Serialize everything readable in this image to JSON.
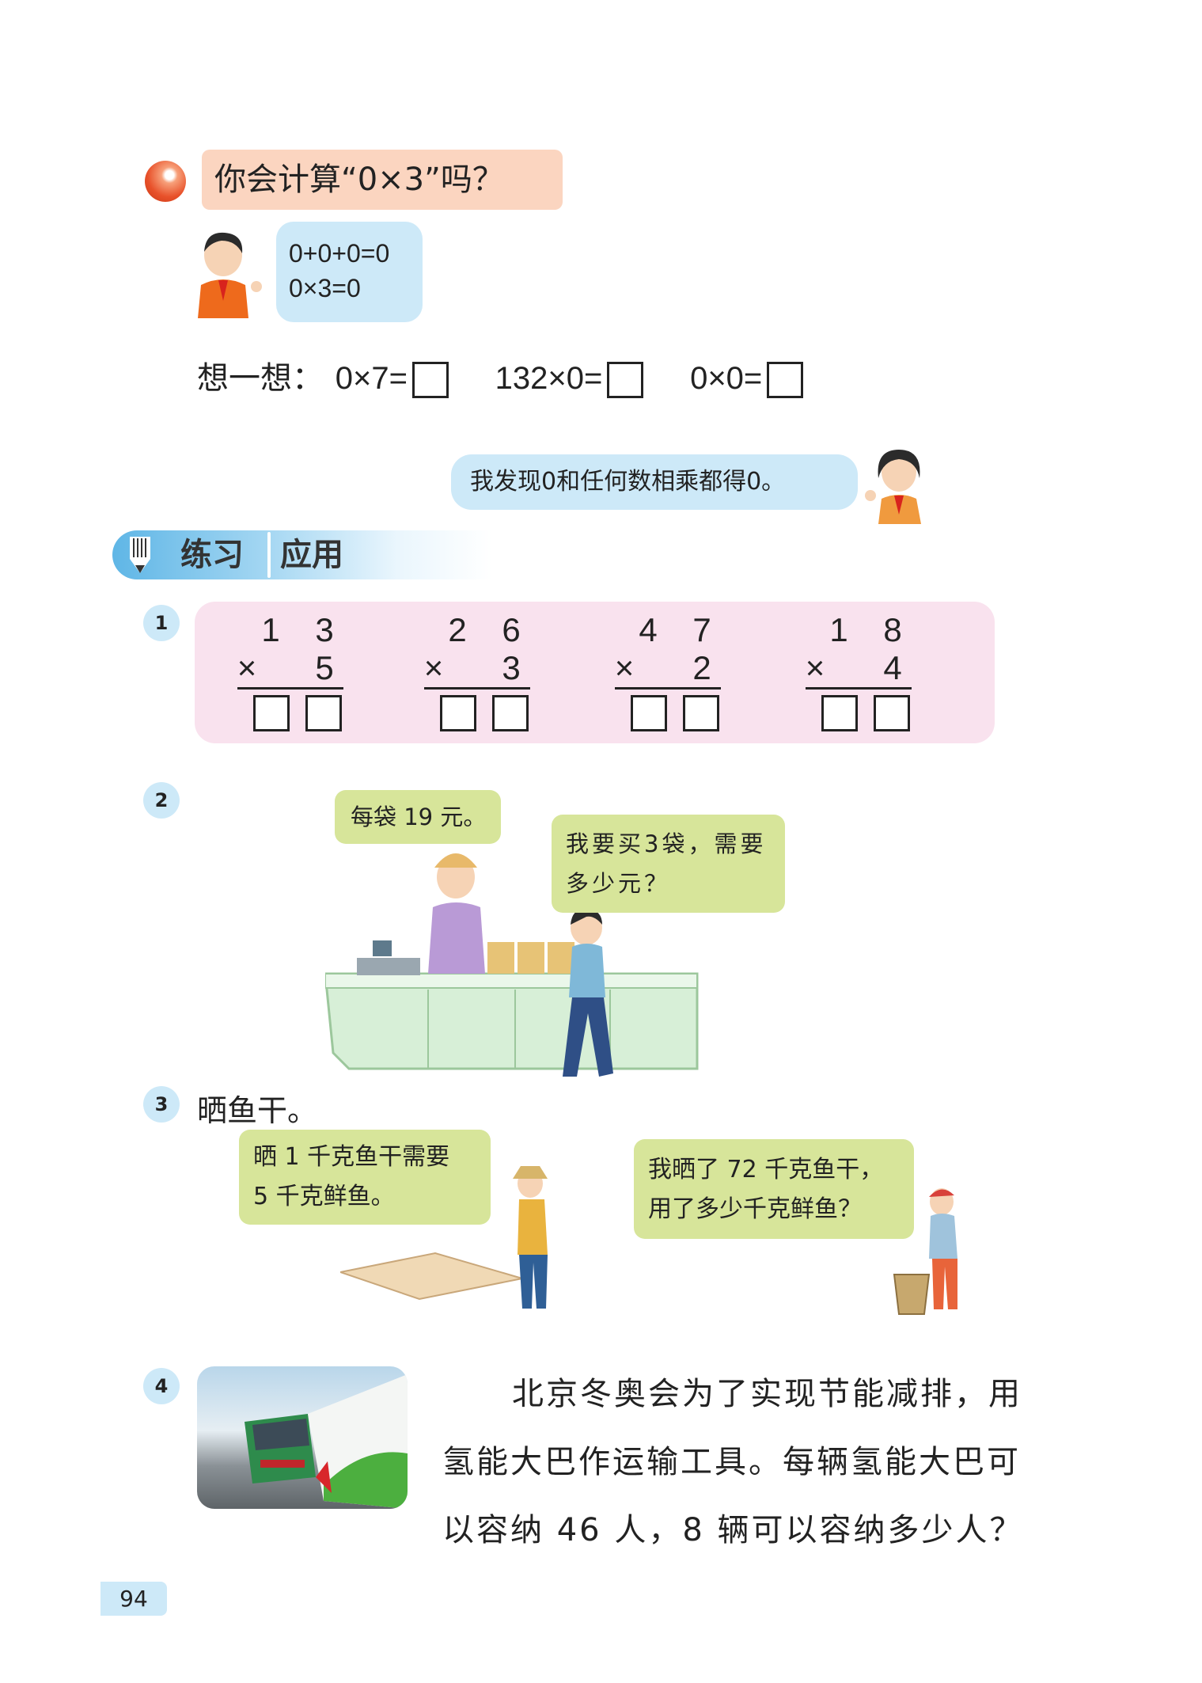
{
  "section_intro": {
    "title": "你会计算“0×3”吗？",
    "boy_bubble": [
      "0+0+0=0",
      "0×3=0"
    ],
    "think_label": "想一想：",
    "think_items": [
      "0×7=",
      "132×0=",
      "0×0="
    ],
    "girl_bubble": "我发现0和任何数相乘都得0。"
  },
  "practice_header": {
    "part1": "练习",
    "part2": "应用"
  },
  "problems": {
    "p1": {
      "number": "1",
      "items": [
        {
          "a1": "1",
          "a2": "3",
          "op": "×",
          "b": "5"
        },
        {
          "a1": "2",
          "a2": "6",
          "op": "×",
          "b": "3"
        },
        {
          "a1": "4",
          "a2": "7",
          "op": "×",
          "b": "2"
        },
        {
          "a1": "1",
          "a2": "8",
          "op": "×",
          "b": "4"
        }
      ]
    },
    "p2": {
      "number": "2",
      "seller_bubble": "每袋 19 元。",
      "buyer_bubble": "我要买3袋，需要多少元？"
    },
    "p3": {
      "number": "3",
      "title": "晒鱼干。",
      "bubble_left": [
        "晒 1 千克鱼干需要",
        "5 千克鲜鱼。"
      ],
      "bubble_right": [
        "我晒了 72 千克鱼干，",
        "用了多少千克鲜鱼？"
      ]
    },
    "p4": {
      "number": "4",
      "text": "北京冬奥会为了实现节能减排，用氢能大巴作运输工具。每辆氢能大巴可以容纳 46 人，8 辆可以容纳多少人？"
    }
  },
  "page_number": "94"
}
